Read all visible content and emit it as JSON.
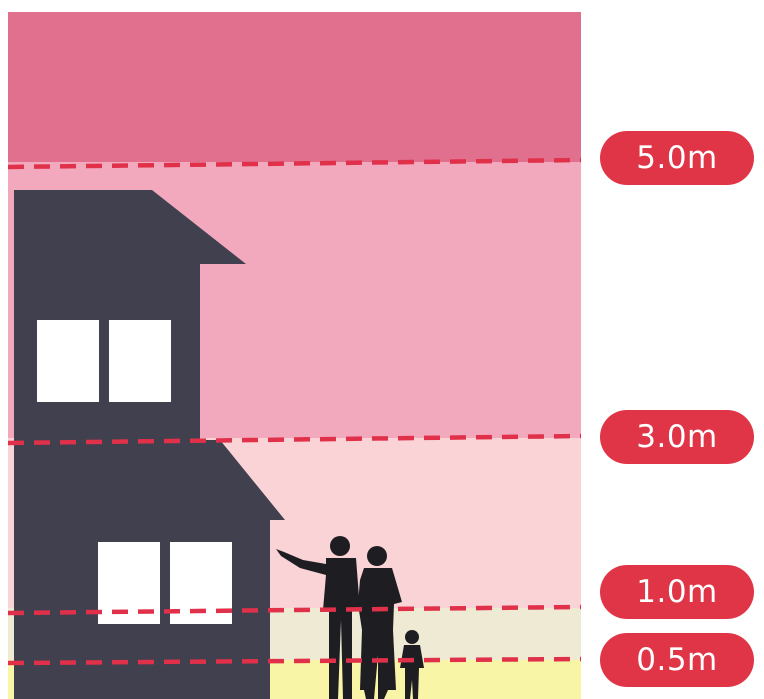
{
  "colors": {
    "zone_above_5m": "#e0708e",
    "zone_3_to_5m": "#f2a9bd",
    "zone_1_to_3m": "#f9d3d6",
    "zone_05_to_1m": "#eeead3",
    "zone_below_05m": "#f8f5a6",
    "house": "#41404f",
    "window": "#ffffff",
    "silhouette": "#1e1e22",
    "dashed_line": "#e0304a",
    "badge": "#e03547"
  },
  "levels": [
    {
      "id": "level-5",
      "label": "5.0m"
    },
    {
      "id": "level-3",
      "label": "3.0m"
    },
    {
      "id": "level-1",
      "label": "1.0m"
    },
    {
      "id": "level-05",
      "label": "0.5m"
    }
  ],
  "icons": [
    "house-silhouette",
    "family-silhouette"
  ]
}
